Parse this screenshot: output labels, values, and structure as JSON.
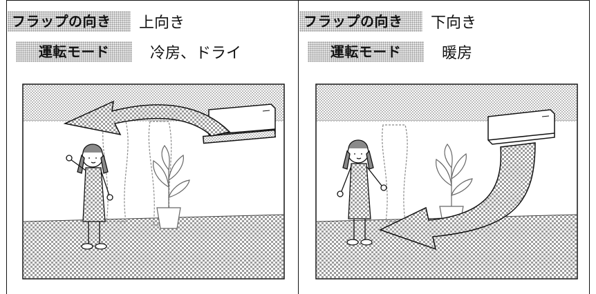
{
  "panels": [
    {
      "flap_label": "フラップの向き",
      "flap_value": "上向き",
      "mode_label": "運転モード",
      "mode_value": "冷房、ドライ"
    },
    {
      "flap_label": "フラップの向き",
      "flap_value": "下向き",
      "mode_label": "運転モード",
      "mode_value": "暖房"
    }
  ]
}
